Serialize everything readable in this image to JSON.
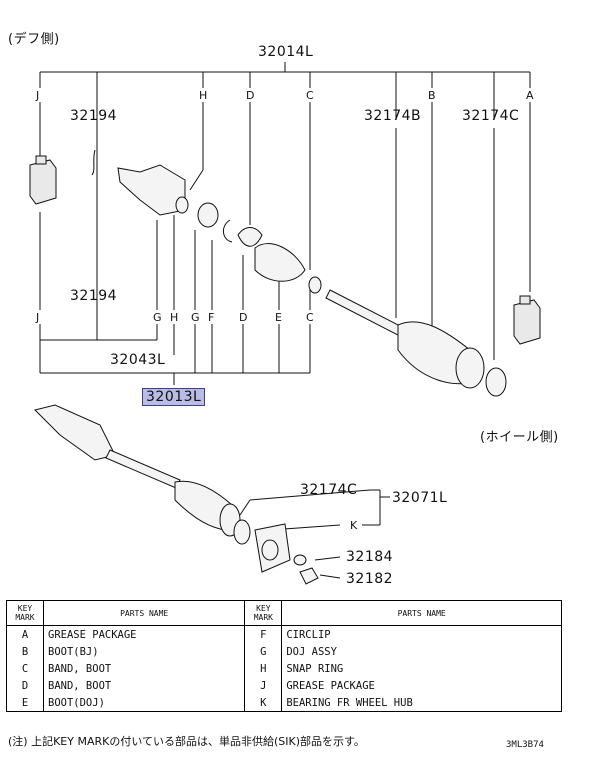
{
  "side_labels": {
    "diff": "(デフ側)",
    "wheel": "(ホイール側)"
  },
  "parts": {
    "p32014L": "32014L",
    "p32194_top": "32194",
    "p32194_mid": "32194",
    "p32174B": "32174B",
    "p32174C_top": "32174C",
    "p32043L": "32043L",
    "p32013L": "32013L",
    "p32174C_low": "32174C",
    "p32071L": "32071L",
    "p32184": "32184",
    "p32182": "32182"
  },
  "keys_top": [
    "J",
    "H",
    "D",
    "C",
    "B",
    "A"
  ],
  "keys_bottom": [
    "J",
    "G",
    "H",
    "G",
    "F",
    "D",
    "E",
    "C"
  ],
  "key_k": "K",
  "table": {
    "header_key": "KEY\nMARK",
    "header_name": "PARTS NAME",
    "rows": [
      {
        "k1": "A",
        "n1": "GREASE PACKAGE",
        "k2": "F",
        "n2": "CIRCLIP"
      },
      {
        "k1": "B",
        "n1": "BOOT(BJ)",
        "k2": "G",
        "n2": "DOJ ASSY"
      },
      {
        "k1": "C",
        "n1": "BAND, BOOT",
        "k2": "H",
        "n2": "SNAP RING"
      },
      {
        "k1": "D",
        "n1": "BAND, BOOT",
        "k2": "J",
        "n2": "GREASE PACKAGE"
      },
      {
        "k1": "E",
        "n1": "BOOT(DOJ)",
        "k2": "K",
        "n2": "BEARING FR WHEEL HUB"
      }
    ]
  },
  "note": "(注) 上記KEY MARKの付いている部品は、単品非供給(SIK)部品を示す。",
  "code": "3ML3B74",
  "colors": {
    "highlight": "#b9bce3",
    "highlight_border": "#3c3f8e"
  }
}
